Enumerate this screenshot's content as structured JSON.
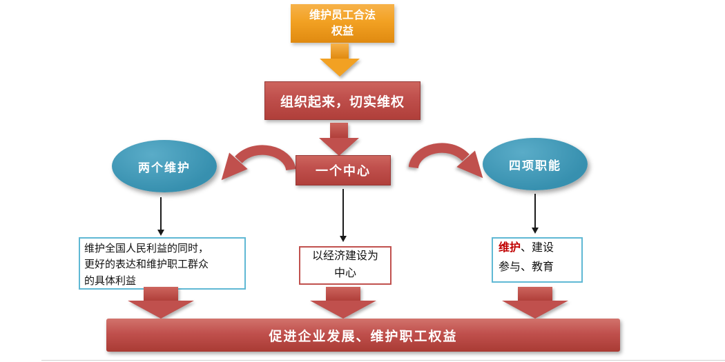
{
  "colors": {
    "orange": "#F2A123",
    "orange_dark": "#E08A10",
    "red": "#C0504D",
    "red_deep": "#B03F3A",
    "red_border": "#963634",
    "teal": "#3790AF",
    "teal_grad_top": "#5AACC8",
    "teal_light": "#5FB8D4",
    "highlight_red": "#C00000",
    "arrow_black": "#1A1A1A"
  },
  "nodes": {
    "top_box": {
      "line1": "维护员工合法",
      "line2": "权益"
    },
    "organize_box": {
      "label": "组织起来，切实维权"
    },
    "left_ellipse": {
      "label": "两个维护"
    },
    "center_box": {
      "label": "一个中心"
    },
    "right_ellipse": {
      "label": "四项职能"
    },
    "left_detail": {
      "line1": "维护全国人民利益的同时，",
      "line2": "更好的表达和维护职工群众",
      "line3": "的具体利益"
    },
    "center_detail": {
      "line1": "以经济建设为",
      "line2": "中心"
    },
    "right_detail": {
      "highlight": "维护",
      "after_highlight": "、建设",
      "line2": "参与、教育"
    },
    "banner": {
      "label": "促进企业发展、维护职工权益"
    }
  }
}
